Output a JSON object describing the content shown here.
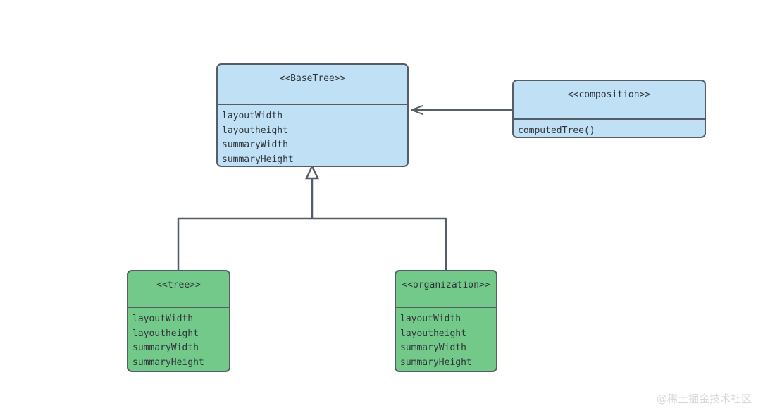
{
  "diagram": {
    "type": "uml-class-diagram",
    "background_color": "#ffffff",
    "classes": [
      {
        "id": "basetree",
        "name": "<<BaseTree>>",
        "fill_color": "#bfe0f5",
        "border_color": "#555d66",
        "members": [
          "layoutWidth",
          "layoutheight",
          "summaryWidth",
          "summaryHeight"
        ]
      },
      {
        "id": "composition",
        "name": "<<composition>>",
        "fill_color": "#bfe0f5",
        "border_color": "#555d66",
        "members": [
          "computedTree()"
        ]
      },
      {
        "id": "tree",
        "name": "<<tree>>",
        "fill_color": "#72c98a",
        "border_color": "#555d66",
        "members": [
          "layoutWidth",
          "layoutheight",
          "summaryWidth",
          "summaryHeight"
        ]
      },
      {
        "id": "organization",
        "name": "<<organization>>",
        "fill_color": "#72c98a",
        "border_color": "#555d66",
        "members": [
          "layoutWidth",
          "layoutheight",
          "summaryWidth",
          "summaryHeight"
        ]
      }
    ],
    "relations": [
      {
        "id": "composition-to-basetree",
        "kind": "dependency",
        "arrowhead": "open",
        "from": "composition",
        "to": "basetree"
      },
      {
        "id": "tree-to-basetree",
        "kind": "generalization",
        "arrowhead": "hollow-triangle",
        "from": "tree",
        "to": "basetree"
      },
      {
        "id": "organization-to-basetree",
        "kind": "generalization",
        "arrowhead": "hollow-triangle",
        "from": "organization",
        "to": "basetree"
      }
    ],
    "edge_color": "#555d66"
  },
  "watermark": {
    "text": "@稀土掘金技术社区"
  }
}
